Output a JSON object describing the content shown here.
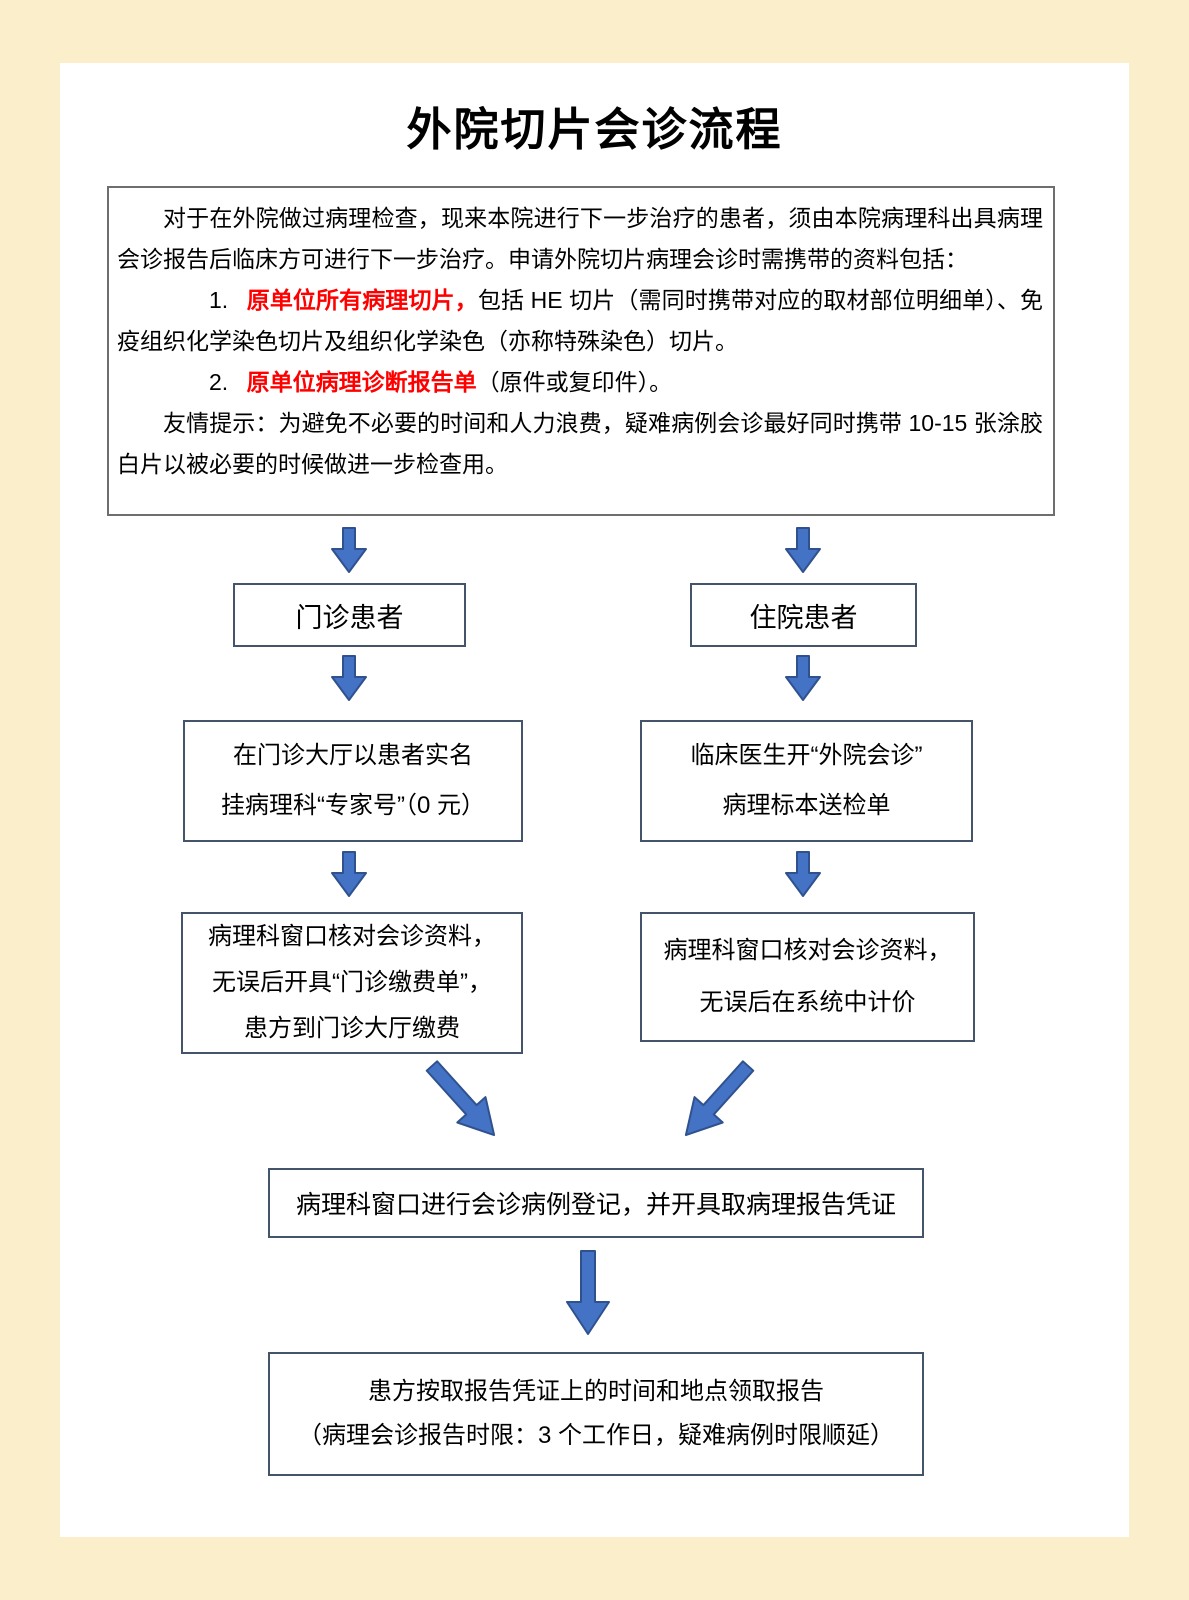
{
  "title": "外院切片会诊流程",
  "colors": {
    "page_background": "#FAEECB",
    "panel_background": "#FFFFFF",
    "arrow_fill": "#4472C4",
    "arrow_outline": "#2F528F",
    "flow_box_border": "#44546A",
    "highlight_red": "#FF0000"
  },
  "notice": {
    "intro": "对于在外院做过病理检查，现来本院进行下一步治疗的患者，须由本院病理科出具病理会诊报告后临床方可进行下一步治疗。申请外院切片病理会诊时需携带的资料包括：",
    "item1": {
      "num": "1.",
      "highlight": "原单位所有病理切片，",
      "rest": "包括 HE 切片（需同时携带对应的取材部位明细单）、免疫组织化学染色切片及组织化学染色（亦称特殊染色）切片。"
    },
    "item2": {
      "num": "2.",
      "highlight": "原单位病理诊断报告单",
      "rest": "（原件或复印件）。"
    },
    "tip": "友情提示：为避免不必要的时间和人力浪费，疑难病例会诊最好同时携带 10-15 张涂胶白片以被必要的时候做进一步检查用。"
  },
  "flow": {
    "outpatient": {
      "entry": "门诊患者",
      "step1": {
        "lines": [
          "在门诊大厅以患者实名",
          "挂病理科“专家号”（0 元）"
        ]
      },
      "step2": {
        "lines": [
          "病理科窗口核对会诊资料，",
          "无误后开具“门诊缴费单”，",
          "患方到门诊大厅缴费"
        ]
      }
    },
    "inpatient": {
      "entry": "住院患者",
      "step1": {
        "lines": [
          "临床医生开“外院会诊”",
          "病理标本送检单"
        ]
      },
      "step2": {
        "lines": [
          "病理科窗口核对会诊资料，",
          "无误后在系统中计价"
        ]
      }
    },
    "register": "病理科窗口进行会诊病例登记，并开具取病理报告凭证",
    "result": {
      "lines": [
        "患方按取报告凭证上的时间和地点领取报告",
        "（病理会诊报告时限：3 个工作日，疑难病例时限顺延）"
      ]
    }
  }
}
